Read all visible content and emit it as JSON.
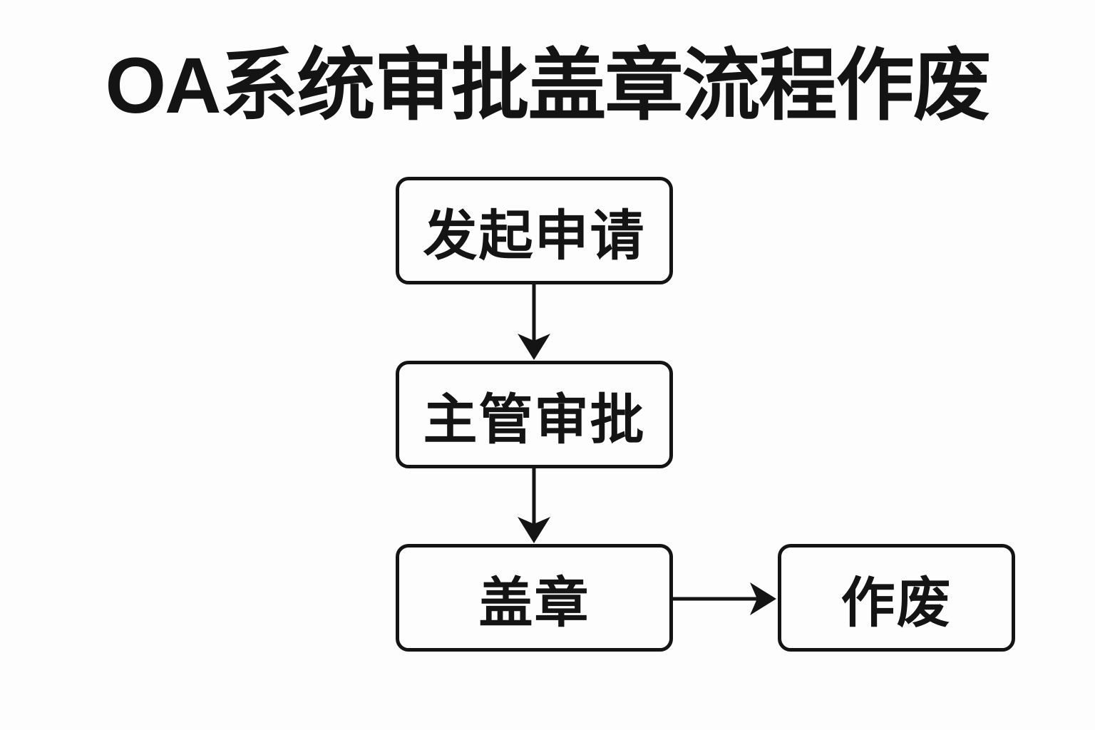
{
  "title": "OA系统审批盖章流程作废",
  "flowchart": {
    "nodes": [
      {
        "id": "start",
        "label": "发起申请"
      },
      {
        "id": "review",
        "label": "主管审批"
      },
      {
        "id": "stamp",
        "label": "盖章"
      },
      {
        "id": "void",
        "label": "作废"
      }
    ],
    "edges": [
      {
        "from": "发起申请",
        "to": "主管审批",
        "direction": "down"
      },
      {
        "from": "主管审批",
        "to": "盖章",
        "direction": "down"
      },
      {
        "from": "盖章",
        "to": "作废",
        "direction": "right"
      }
    ]
  },
  "colors": {
    "background": "#fdfdfd",
    "stroke": "#141414",
    "text": "#141414"
  }
}
